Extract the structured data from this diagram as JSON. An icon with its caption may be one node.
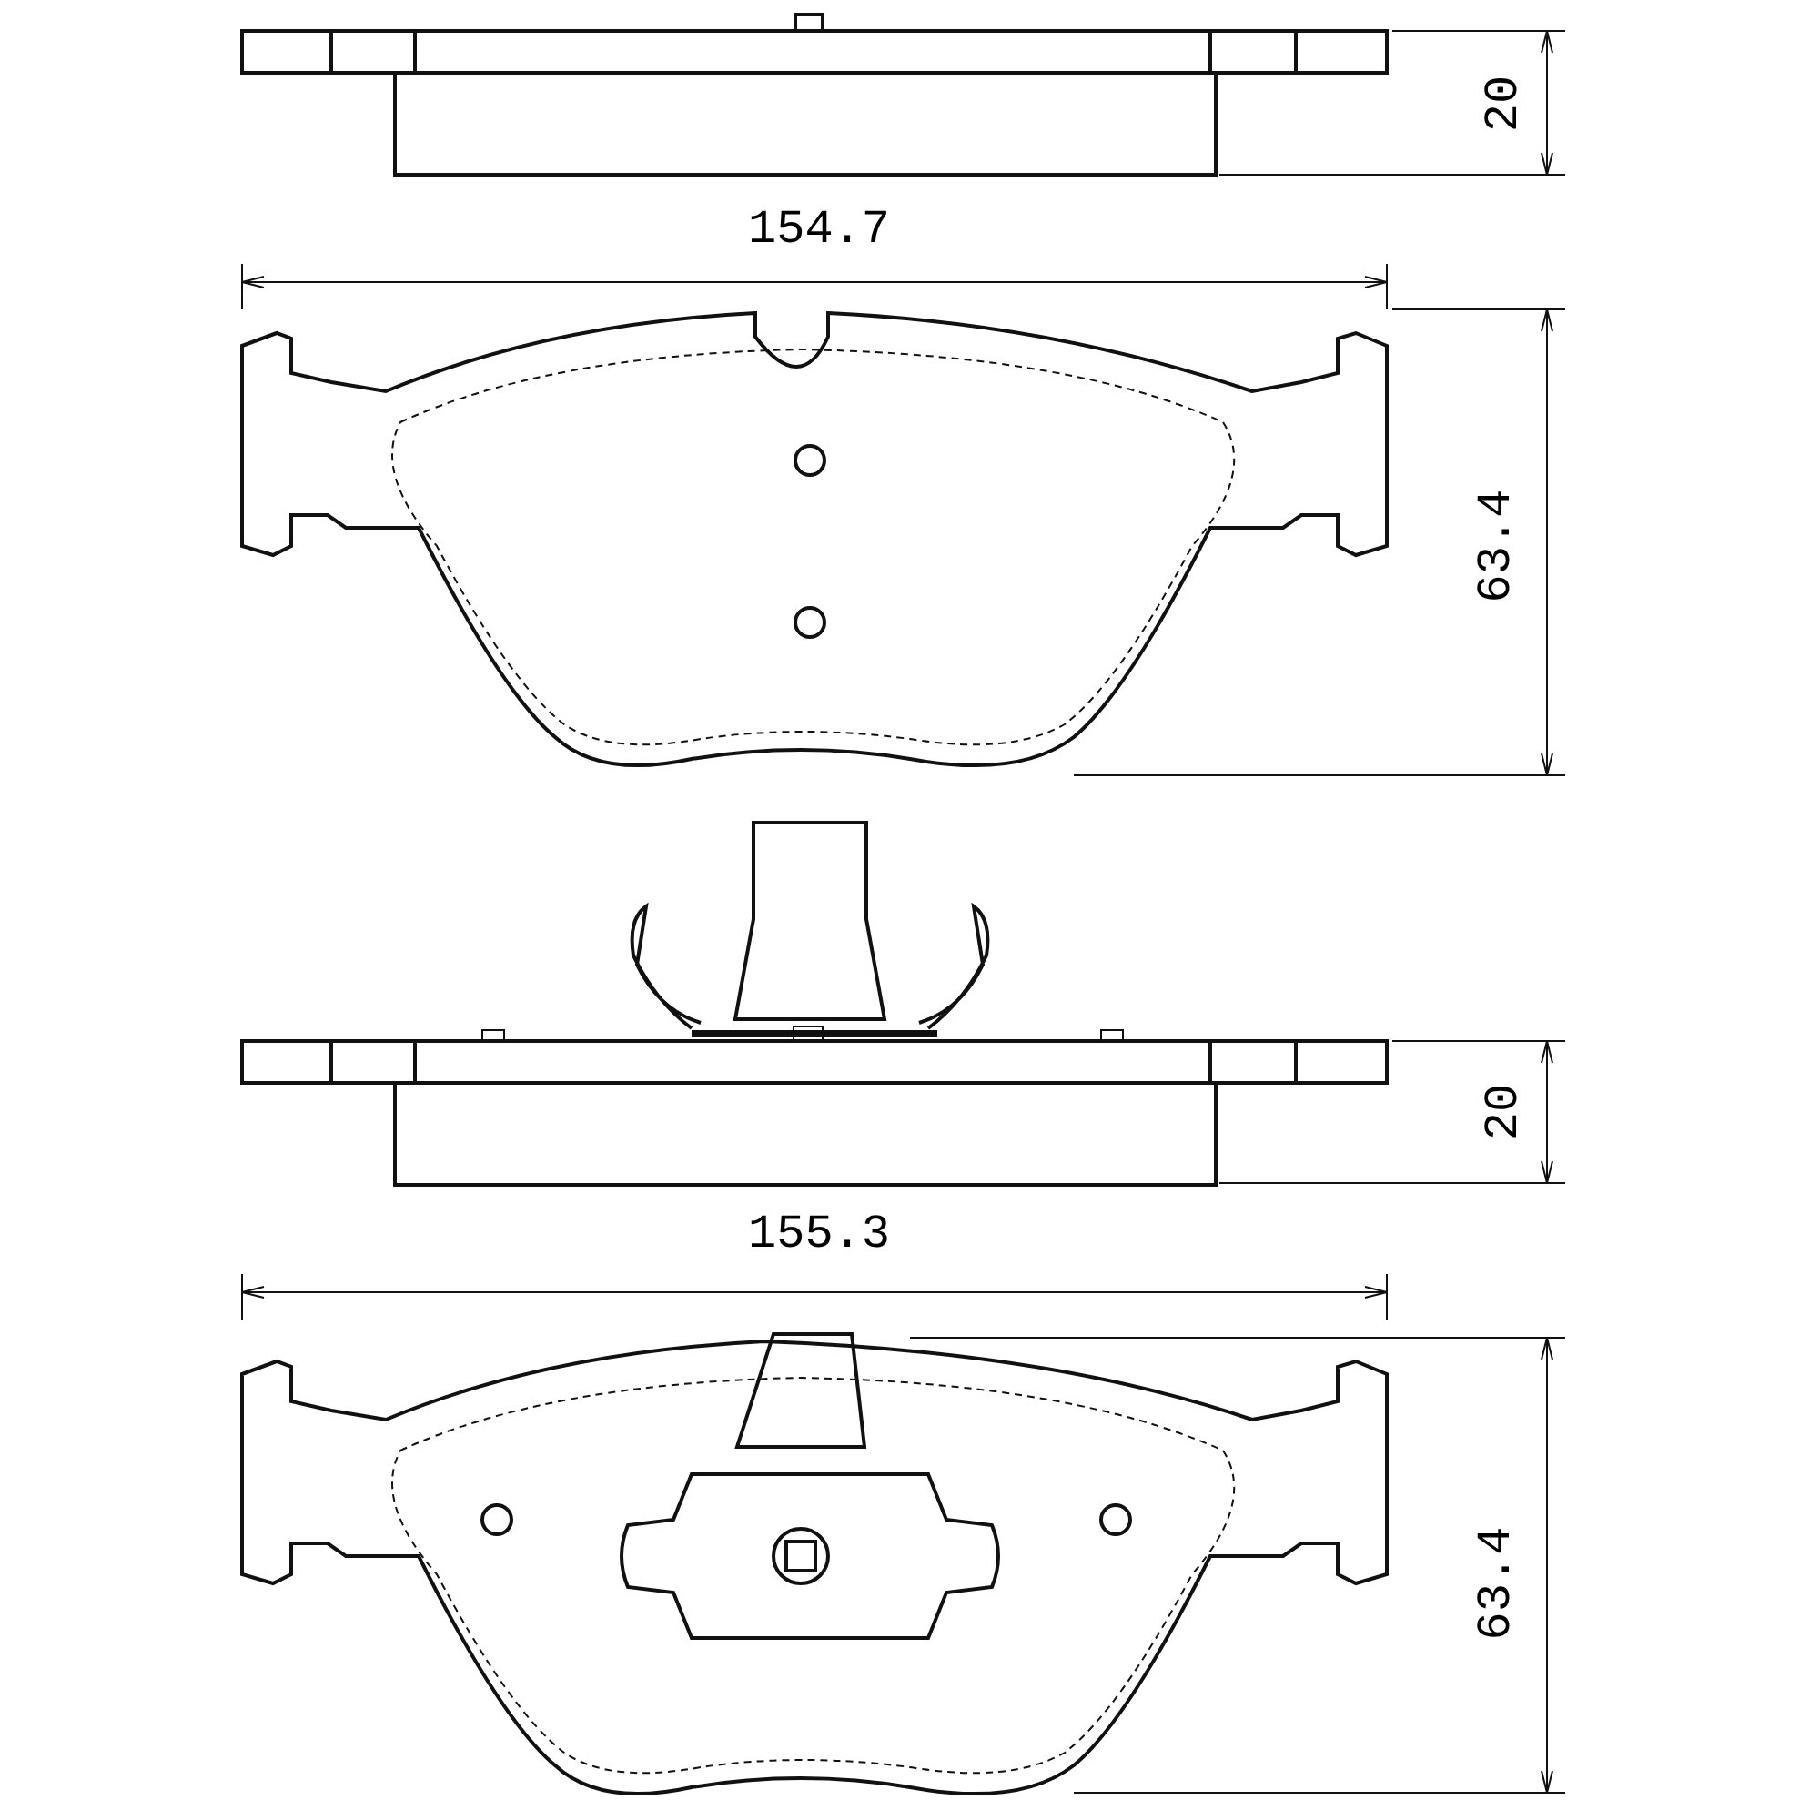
{
  "diagram": {
    "labels": [
      "20",
      "154.7",
      "63.4",
      "20",
      "155.3",
      "63.4"
    ]
  }
}
